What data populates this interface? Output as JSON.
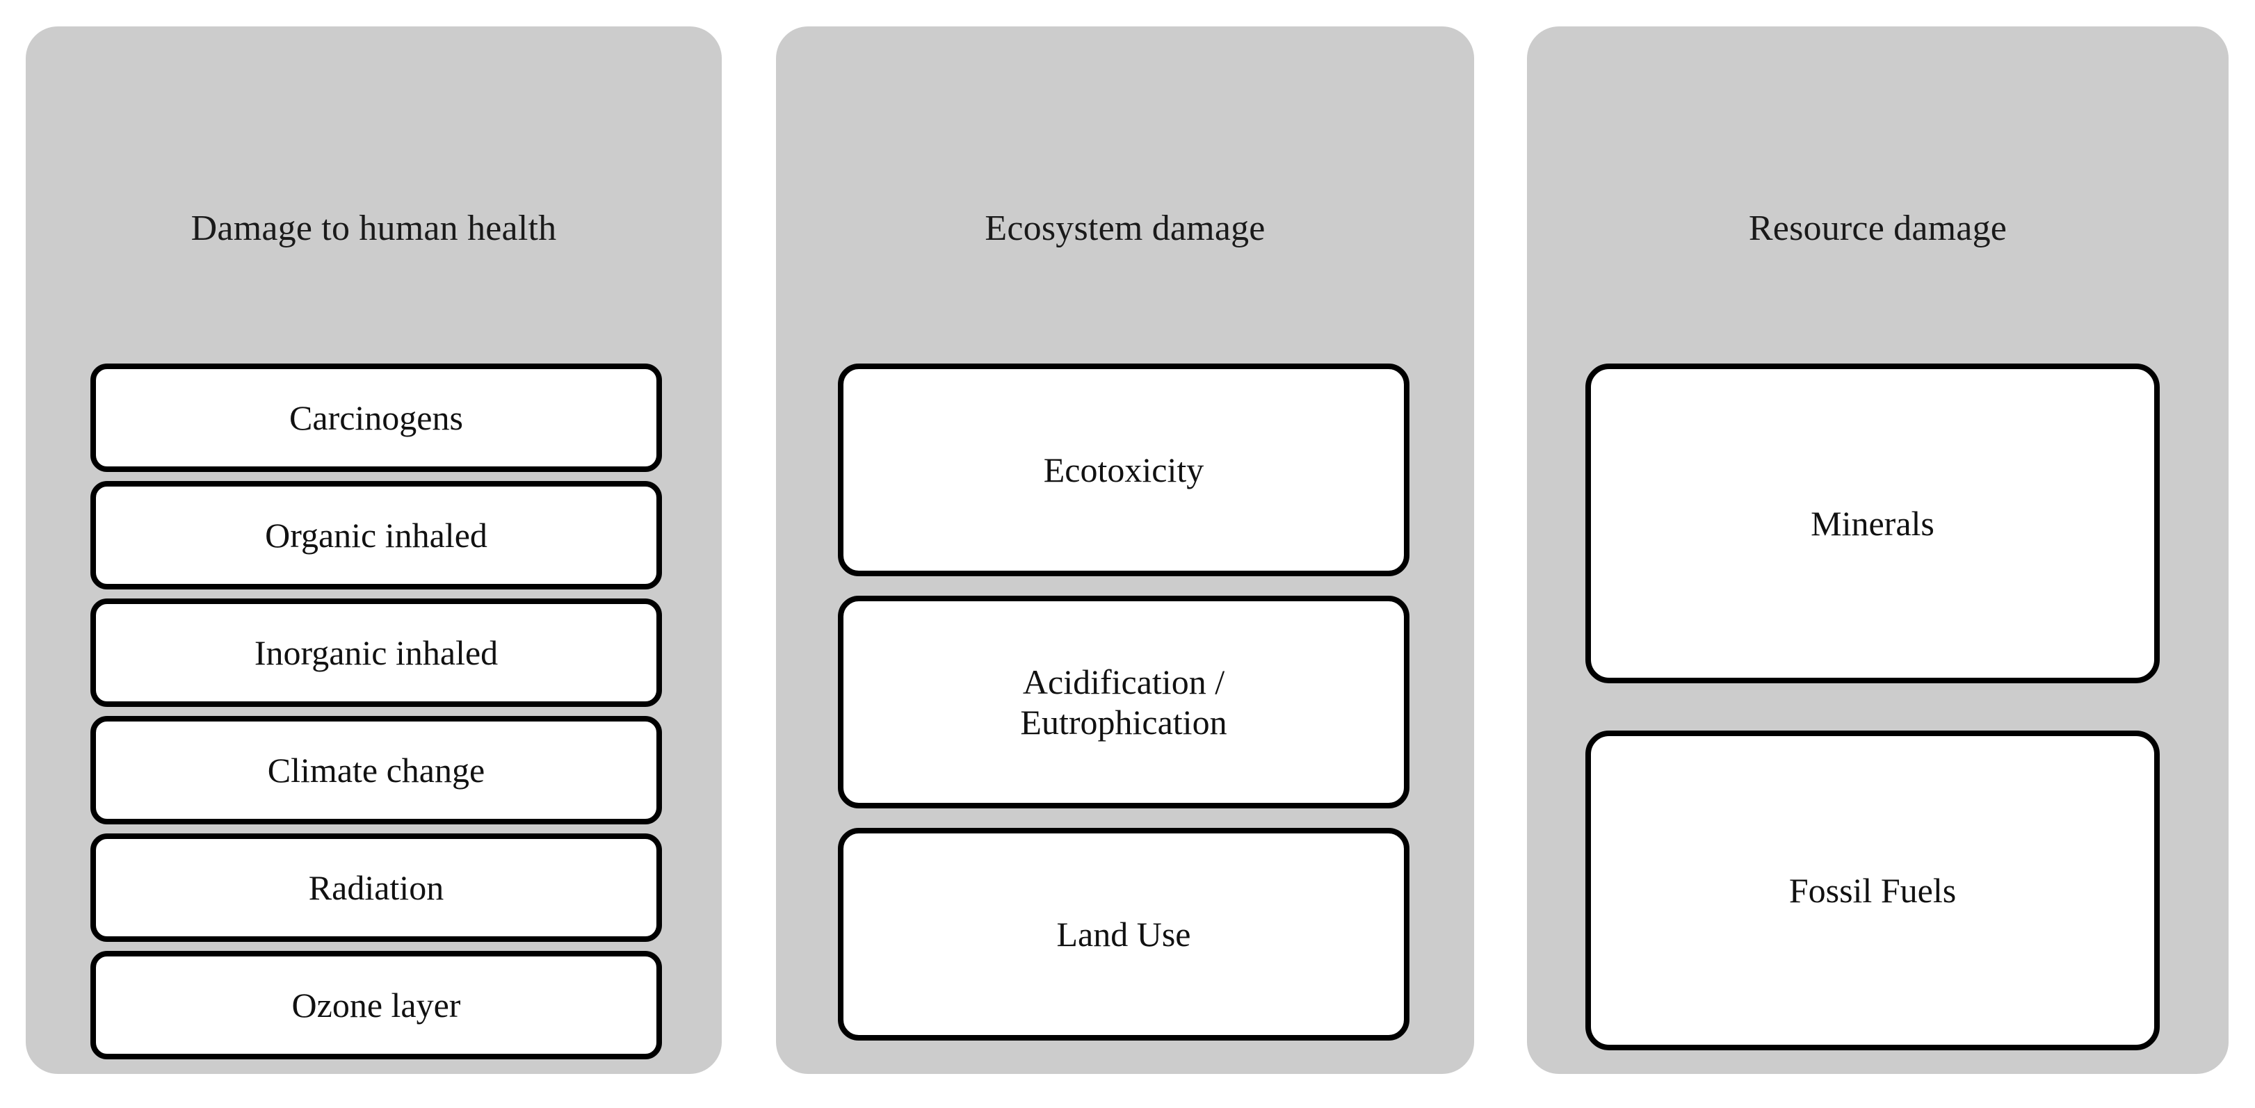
{
  "diagram": {
    "type": "grouped-category-diagram",
    "background_color": "#ffffff",
    "panel_fill_color": "#cccccc",
    "box_fill_color": "#ffffff",
    "box_border_color": "#000000",
    "text_color": "#111111",
    "panels": [
      {
        "title": "Damage to human health",
        "items": [
          {
            "label": "Carcinogens"
          },
          {
            "label": "Organic inhaled"
          },
          {
            "label": "Inorganic inhaled"
          },
          {
            "label": "Climate change"
          },
          {
            "label": "Radiation"
          },
          {
            "label": "Ozone layer"
          }
        ]
      },
      {
        "title": "Ecosystem damage",
        "items": [
          {
            "label": "Ecotoxicity"
          },
          {
            "label": "Acidification /\nEutrophication"
          },
          {
            "label": "Land Use"
          }
        ]
      },
      {
        "title": "Resource damage",
        "items": [
          {
            "label": "Minerals"
          },
          {
            "label": "Fossil Fuels"
          }
        ]
      }
    ]
  }
}
